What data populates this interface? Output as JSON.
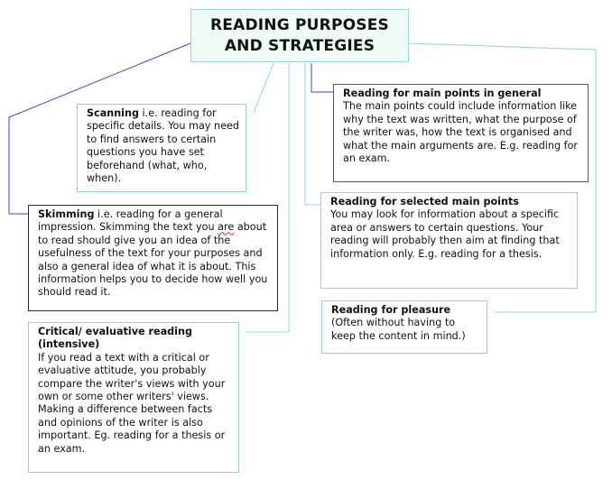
{
  "title": {
    "line1": "READING PURPOSES",
    "line2": "AND STRATEGIES"
  },
  "colors": {
    "title_fill": "#f1fbf6",
    "connector_navy": "#3846c8",
    "connector_teal": "#8fd0e0"
  },
  "nodes": {
    "scanning": {
      "head": "Scanning",
      "body": " i.e. reading for specific details. You may need to find answers to certain questions you have set beforehand (what, who, when)."
    },
    "skimming": {
      "head": "Skimming",
      "body_before": " i.e. reading for a general impression. Skimming the text you ",
      "are_word": "are",
      "body_after": " about to read should give you an idea of the usefulness of the text for your purposes and also a general idea of what it is about. This information helps you to decide how well you should read it."
    },
    "critical": {
      "head": "Critical/ evaluative reading (intensive)",
      "body": "If you read a text with a critical or evaluative attitude, you probably compare the writer's views with your own or some other writers' views. Making a difference between facts and opinions of the writer is also important. Eg. reading for a thesis or an exam."
    },
    "main_points": {
      "head": "Reading for main points in general",
      "body": "The main points could include information like why the text was written, what the purpose of the writer was, how the text is organised and what the main arguments are. E.g. reading for an exam."
    },
    "selected_points": {
      "head": "Reading for selected main points",
      "body": "You may look for information about a specific area or answers to certain questions. Your reading will probably then aim at finding that information only. E.g. reading for a thesis."
    },
    "pleasure": {
      "head": "Reading for pleasure",
      "body": "(Often without having to keep the content in mind.)"
    }
  }
}
